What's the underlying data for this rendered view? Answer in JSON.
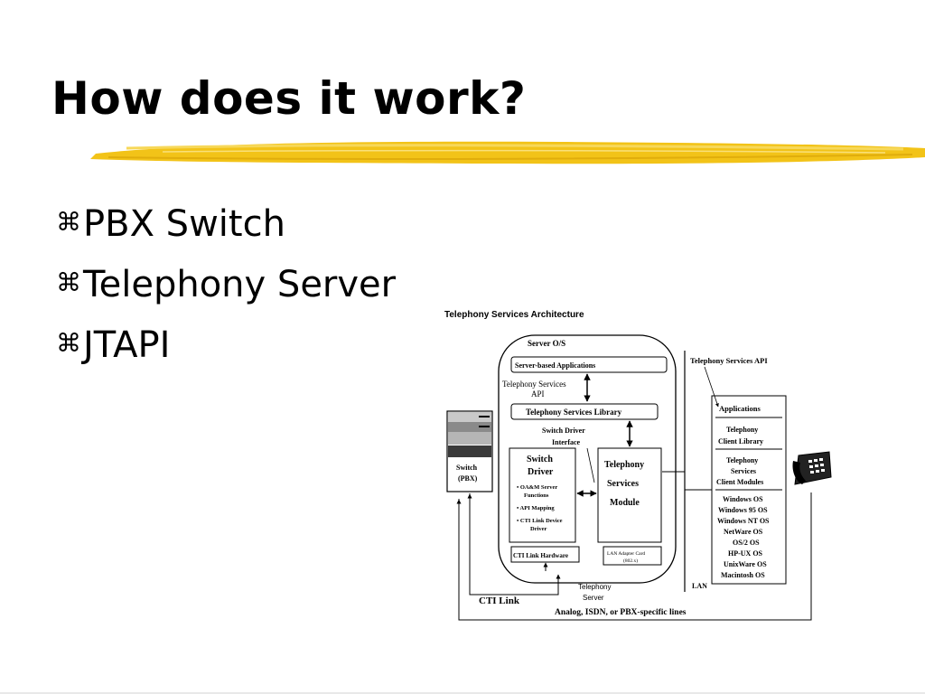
{
  "slide": {
    "title": "How does it work?",
    "bullet_marker": "⌘",
    "bullets": [
      "PBX Switch",
      "Telephony Server",
      "JTAPI"
    ]
  },
  "colors": {
    "accent_brush": "#f2c318",
    "text": "#000000"
  },
  "diagram": {
    "title": "Telephony Services Architecture",
    "server_os": "Server O/S",
    "server_apps": "Server-based Applications",
    "ts_api_1": "Telephony Services",
    "ts_api_2": "API",
    "ts_library": "Telephony Services Library",
    "sdi_1": "Switch Driver",
    "sdi_2": "Interface",
    "switch_driver_1": "Switch",
    "switch_driver_2": "Driver",
    "sd_item_1a": "• OA&M Server",
    "sd_item_1b": "Functions",
    "sd_item_2": "• API Mapping",
    "sd_item_3a": "• CTI Link Device",
    "sd_item_3b": "Driver",
    "tsm_1": "Telephony",
    "tsm_2": "Services",
    "tsm_3": "Module",
    "cti_hw": "CTI Link Hardware",
    "lan_card_1": "LAN Adapter Card",
    "lan_card_2": "(802.x)",
    "tel_server_1": "Telephony",
    "tel_server_2": "Server",
    "cti_link": "CTI Link",
    "lines": "Analog, ISDN, or PBX-specific lines",
    "switch_1": "Switch",
    "switch_2": "(PBX)",
    "tsapi": "Telephony Services API",
    "lan": "LAN",
    "client_apps": "Applications",
    "client_lib_1": "Telephony",
    "client_lib_2": "Client Library",
    "client_mod_1": "Telephony",
    "client_mod_2": "Services",
    "client_mod_3": "Client Modules",
    "os_list": [
      "Windows OS",
      "Windows 95 OS",
      "Windows NT OS",
      "NetWare OS",
      "OS/2 OS",
      "HP-UX OS",
      "UnixWare OS",
      "Macintosh OS"
    ]
  }
}
